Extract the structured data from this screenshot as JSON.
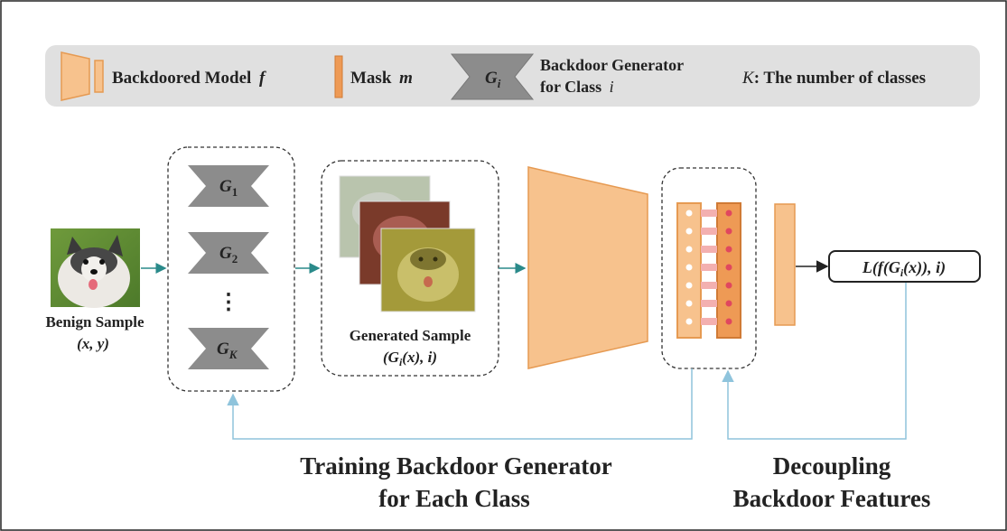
{
  "legend": {
    "model_label": "Backdoored Model",
    "model_symbol": "f",
    "mask_label": "Mask",
    "mask_symbol": "m",
    "generator_symbol": "G",
    "generator_sub": "i",
    "generator_line1": "Backdoor Generator",
    "generator_line2": "for Class",
    "generator_line2_var": "i",
    "k_symbol": "K",
    "k_text": ": The number of classes"
  },
  "input": {
    "label_line1": "Benign Sample",
    "label_line2": "(x, y)"
  },
  "generators": {
    "g1_symbol": "G",
    "g1_sub": "1",
    "g2_symbol": "G",
    "g2_sub": "2",
    "gk_symbol": "G",
    "gk_sub": "K",
    "ellipsis": "⋮"
  },
  "generated": {
    "label_line1": "Generated Sample",
    "label_line2": "(G",
    "label_line2_sub": "i",
    "label_line2_rest": "(x), i)"
  },
  "loss": {
    "pre": "L(f(G",
    "sub": "i",
    "post": "(x)), i)"
  },
  "captions": {
    "training_line1": "Training Backdoor Generator",
    "training_line2": "for Each Class",
    "decoupling_line1": "Decoupling",
    "decoupling_line2": "Backdoor Features"
  },
  "colors": {
    "orange": "#f7c28d",
    "orange_stroke": "#e69a52",
    "mask_orange": "#ee9a55",
    "generator_gray": "#8c8c8c",
    "arrow_teal": "#2a8a8a",
    "feedback_blue": "#8fc4dc",
    "legend_bg": "#e0e0e0",
    "dot_pink": "#e0475f"
  }
}
